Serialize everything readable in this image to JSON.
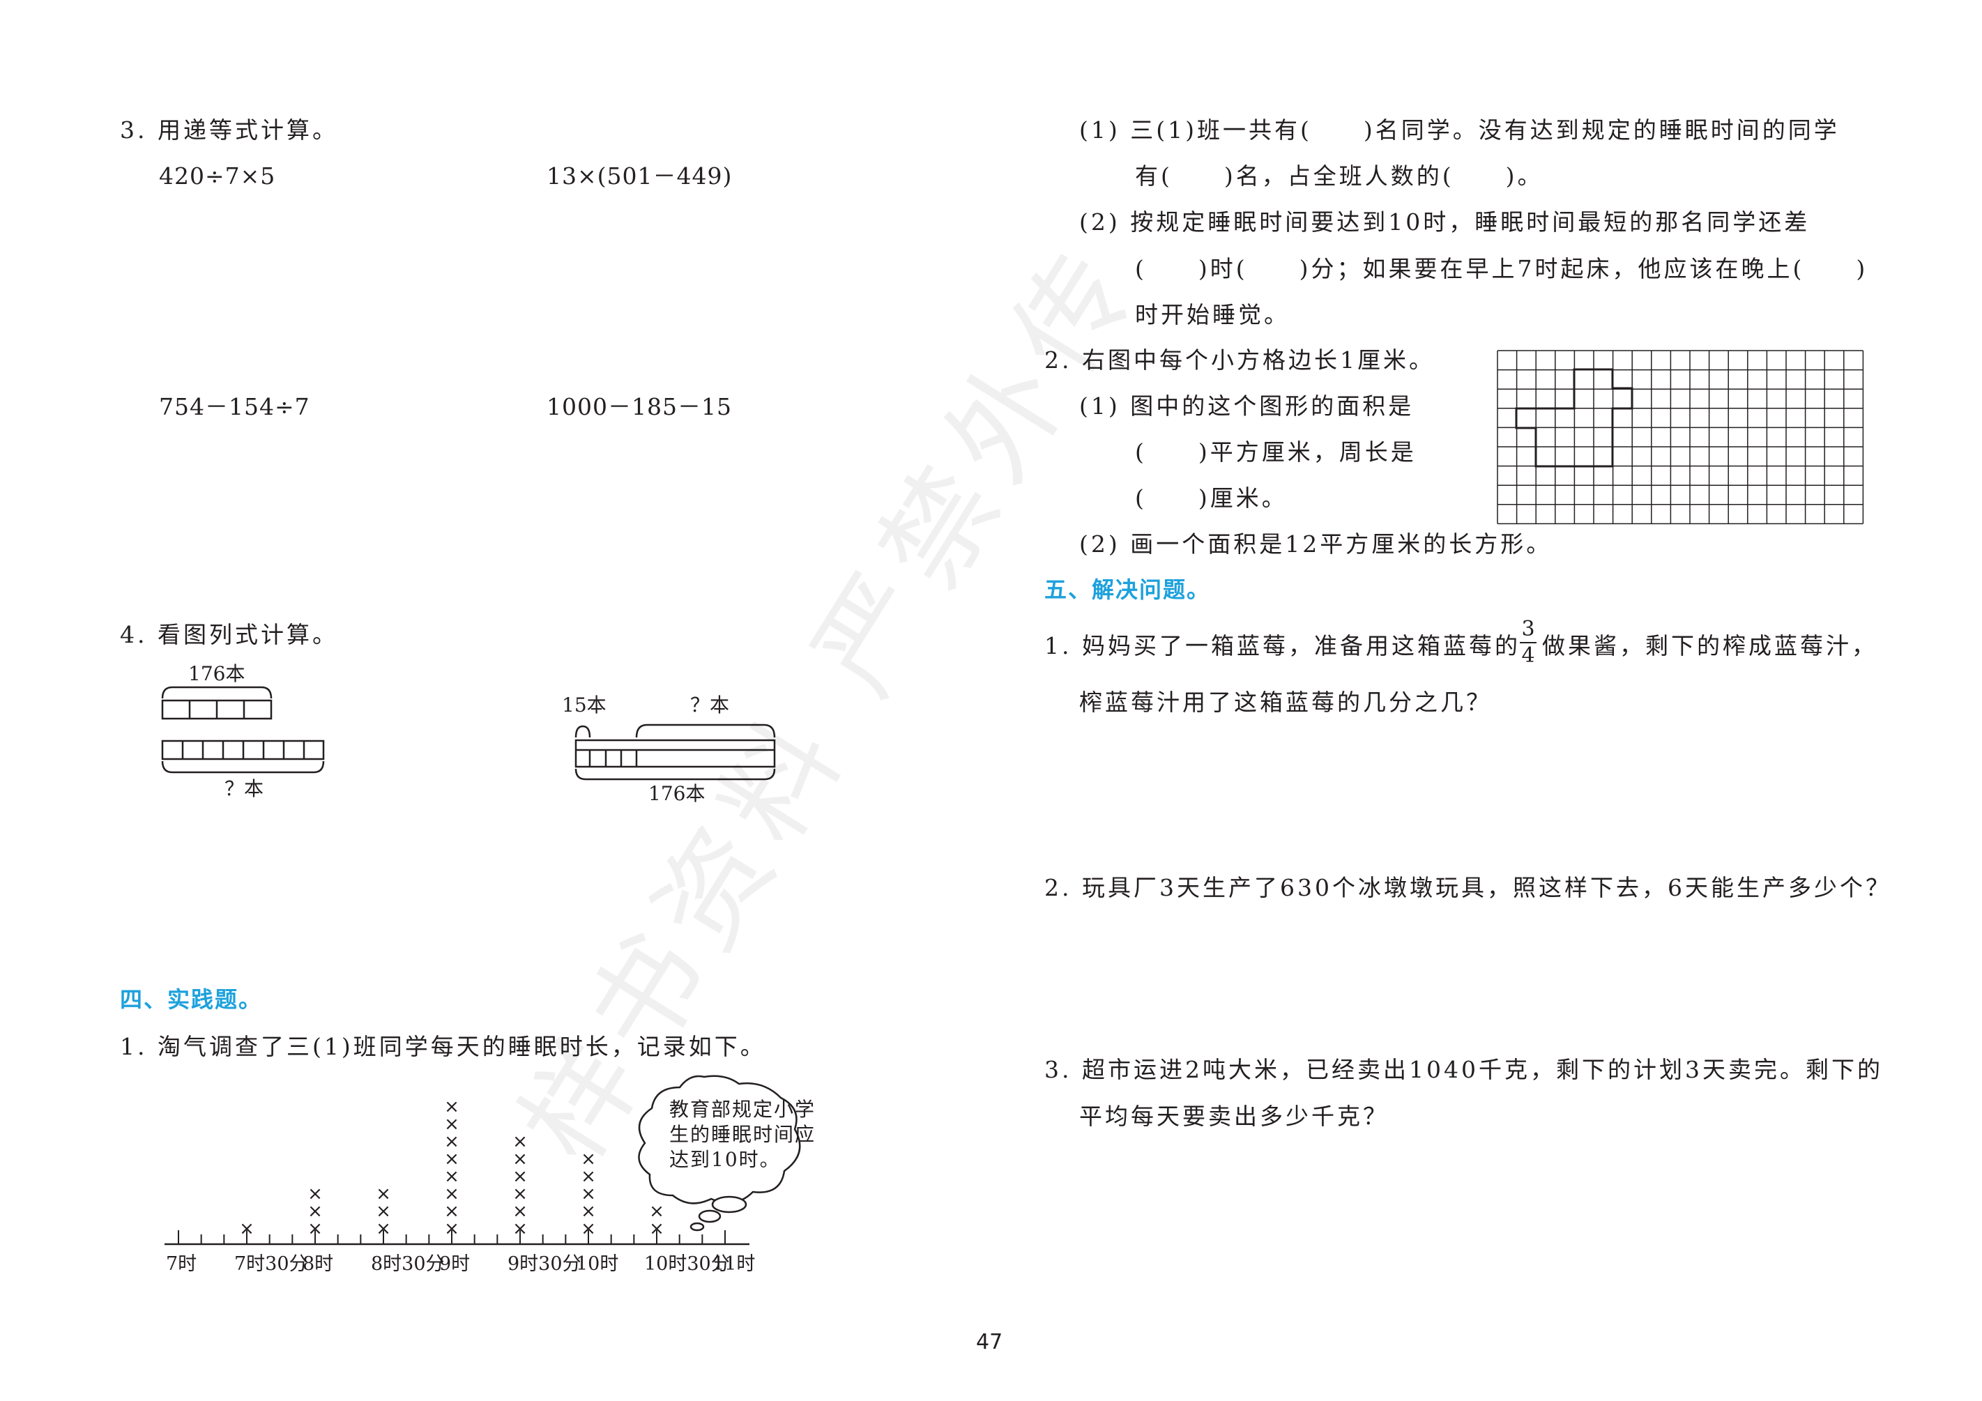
{
  "left": {
    "q3": {
      "title": "3. 用递等式计算。",
      "exprs": [
        "420÷7×5",
        "13×(501－449)",
        "754－154÷7",
        "1000－185－15"
      ]
    },
    "q4": {
      "title": "4. 看图列式计算。",
      "d1_top": "176本",
      "d1_bottom": "？本",
      "d2_left": "15本",
      "d2_right": "？本",
      "d2_bottom": "176本"
    },
    "sec4": "四、实践题。",
    "p1": {
      "title": "1. 淘气调查了三(1)班同学每天的睡眠时长，记录如下。",
      "bubble": [
        "教育部规定小学",
        "生的睡眠时间应",
        "达到10时。"
      ],
      "axis_labels": [
        "7时",
        "7时30分",
        "8时",
        "8时30分",
        "9时",
        "9时30分",
        "10时",
        "10时30分",
        "11时"
      ],
      "marker": "×"
    }
  },
  "right": {
    "p1_sub": {
      "a1": "(1) 三(1)班一共有(　　)名同学。没有达到规定的睡眠时间的同学",
      "a2": "有(　　)名，占全班人数的(　　)。",
      "b1": "(2) 按规定睡眠时间要达到10时，睡眠时间最短的那名同学还差",
      "b2": "(　　)时(　　)分；如果要在早上7时起床，他应该在晚上(　　)",
      "b3": "时开始睡觉。"
    },
    "p2": {
      "title": "2. 右图中每个小方格边长1厘米。",
      "s1a": "(1) 图中的这个图形的面积是",
      "s1b": "(　　)平方厘米，周长是",
      "s1c": "(　　)厘米。",
      "s2": "(2) 画一个面积是12平方厘米的长方形。"
    },
    "sec5": "五、解决问题。",
    "q1": {
      "line1a": "1. 妈妈买了一箱蓝莓，准备用这箱蓝莓的",
      "frac_num": "3",
      "frac_den": "4",
      "line1b": "做果酱，剩下的榨成蓝莓汁，",
      "line2": "榨蓝莓汁用了这箱蓝莓的几分之几？"
    },
    "q2": "2. 玩具厂3天生产了630个冰墩墩玩具，照这样下去，6天能生产多少个？",
    "q3": {
      "line1": "3. 超市运进2吨大米，已经卖出1040千克，剩下的计划3天卖完。剩下的",
      "line2": "平均每天要卖出多少千克？"
    }
  },
  "chart_data": {
    "type": "scatter",
    "title": "",
    "x": [
      "7时",
      "7时30分",
      "8时",
      "8时30分",
      "9时",
      "9时30分",
      "10时",
      "10时30分",
      "11时"
    ],
    "counts": [
      0,
      1,
      3,
      3,
      8,
      6,
      5,
      2,
      0
    ]
  },
  "watermark": "样书资料 严禁外传",
  "page_number": "47"
}
